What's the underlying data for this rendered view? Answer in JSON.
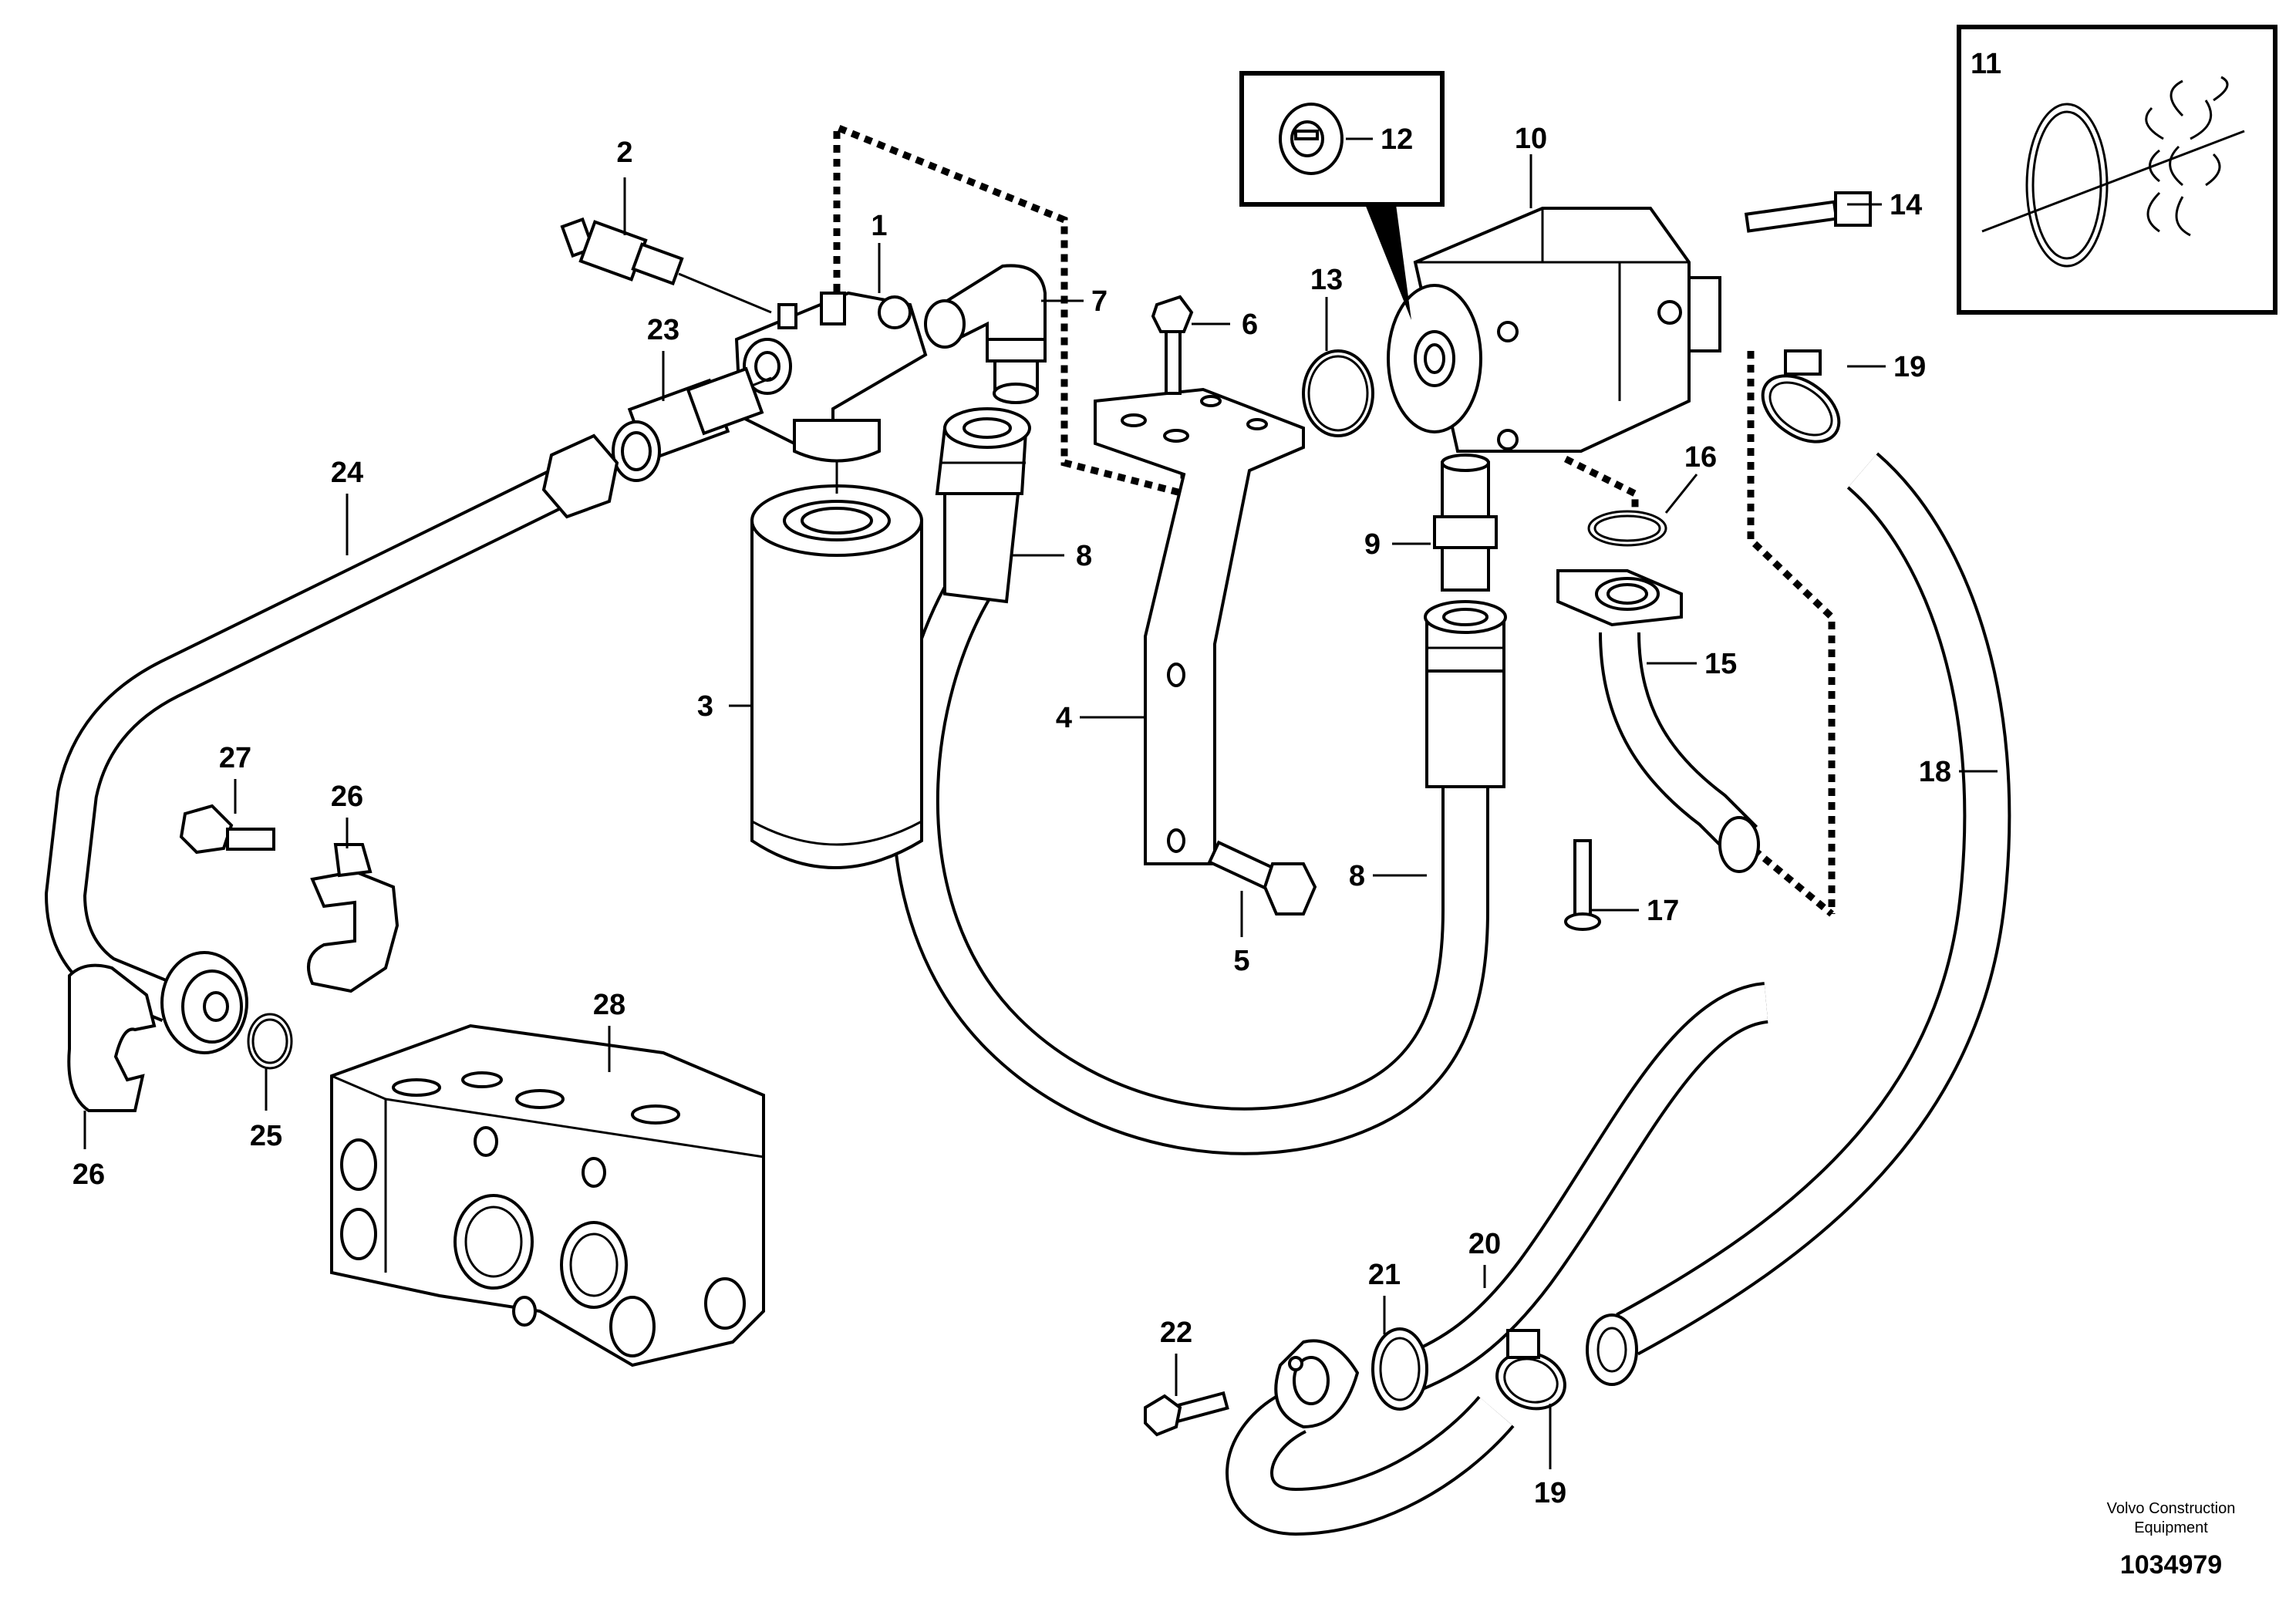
{
  "labels": {
    "p1": "1",
    "p2": "2",
    "p3": "3",
    "p4": "4",
    "p5": "5",
    "p6": "6",
    "p7": "7",
    "p8a": "8",
    "p8b": "8",
    "p9": "9",
    "p10": "10",
    "p11": "11",
    "p12": "12",
    "p13": "13",
    "p14": "14",
    "p15": "15",
    "p16": "16",
    "p17": "17",
    "p18": "18",
    "p19a": "19",
    "p19b": "19",
    "p20": "20",
    "p21": "21",
    "p22": "22",
    "p23": "23",
    "p24": "24",
    "p25": "25",
    "p26a": "26",
    "p26b": "26",
    "p27": "27",
    "p28": "28"
  },
  "credit": {
    "line1": "Volvo Construction",
    "line2": "Equipment",
    "number": "1034979"
  }
}
